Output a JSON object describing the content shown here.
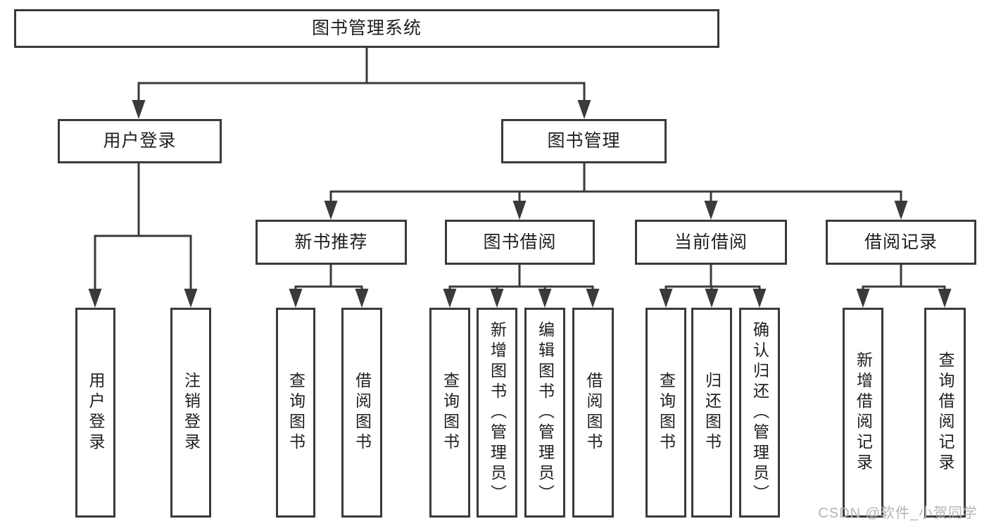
{
  "tree": {
    "root": {
      "label": "图书管理系统",
      "children": [
        {
          "label": "用户登录",
          "children": [
            {
              "label": "用户登录"
            },
            {
              "label": "注销登录"
            }
          ]
        },
        {
          "label": "图书管理",
          "children": [
            {
              "label": "新书推荐",
              "children": [
                {
                  "label": "查询图书"
                },
                {
                  "label": "借阅图书"
                }
              ]
            },
            {
              "label": "图书借阅",
              "children": [
                {
                  "label": "查询图书"
                },
                {
                  "label": "新增图书（管理员）"
                },
                {
                  "label": "编辑图书（管理员）"
                },
                {
                  "label": "借阅图书"
                }
              ]
            },
            {
              "label": "当前借阅",
              "children": [
                {
                  "label": "查询图书"
                },
                {
                  "label": "归还图书"
                },
                {
                  "label": "确认归还（管理员）"
                }
              ]
            },
            {
              "label": "借阅记录",
              "children": [
                {
                  "label": "新增借阅记录"
                },
                {
                  "label": "查询借阅记录"
                }
              ]
            }
          ]
        }
      ]
    }
  },
  "watermark": {
    "text": "CSDN @软件_小贺同学"
  },
  "colors": {
    "line": "#3a3a3a",
    "text": "#1f1f1f",
    "box_background": "#ffffff",
    "watermark": "#b5b5b5"
  }
}
